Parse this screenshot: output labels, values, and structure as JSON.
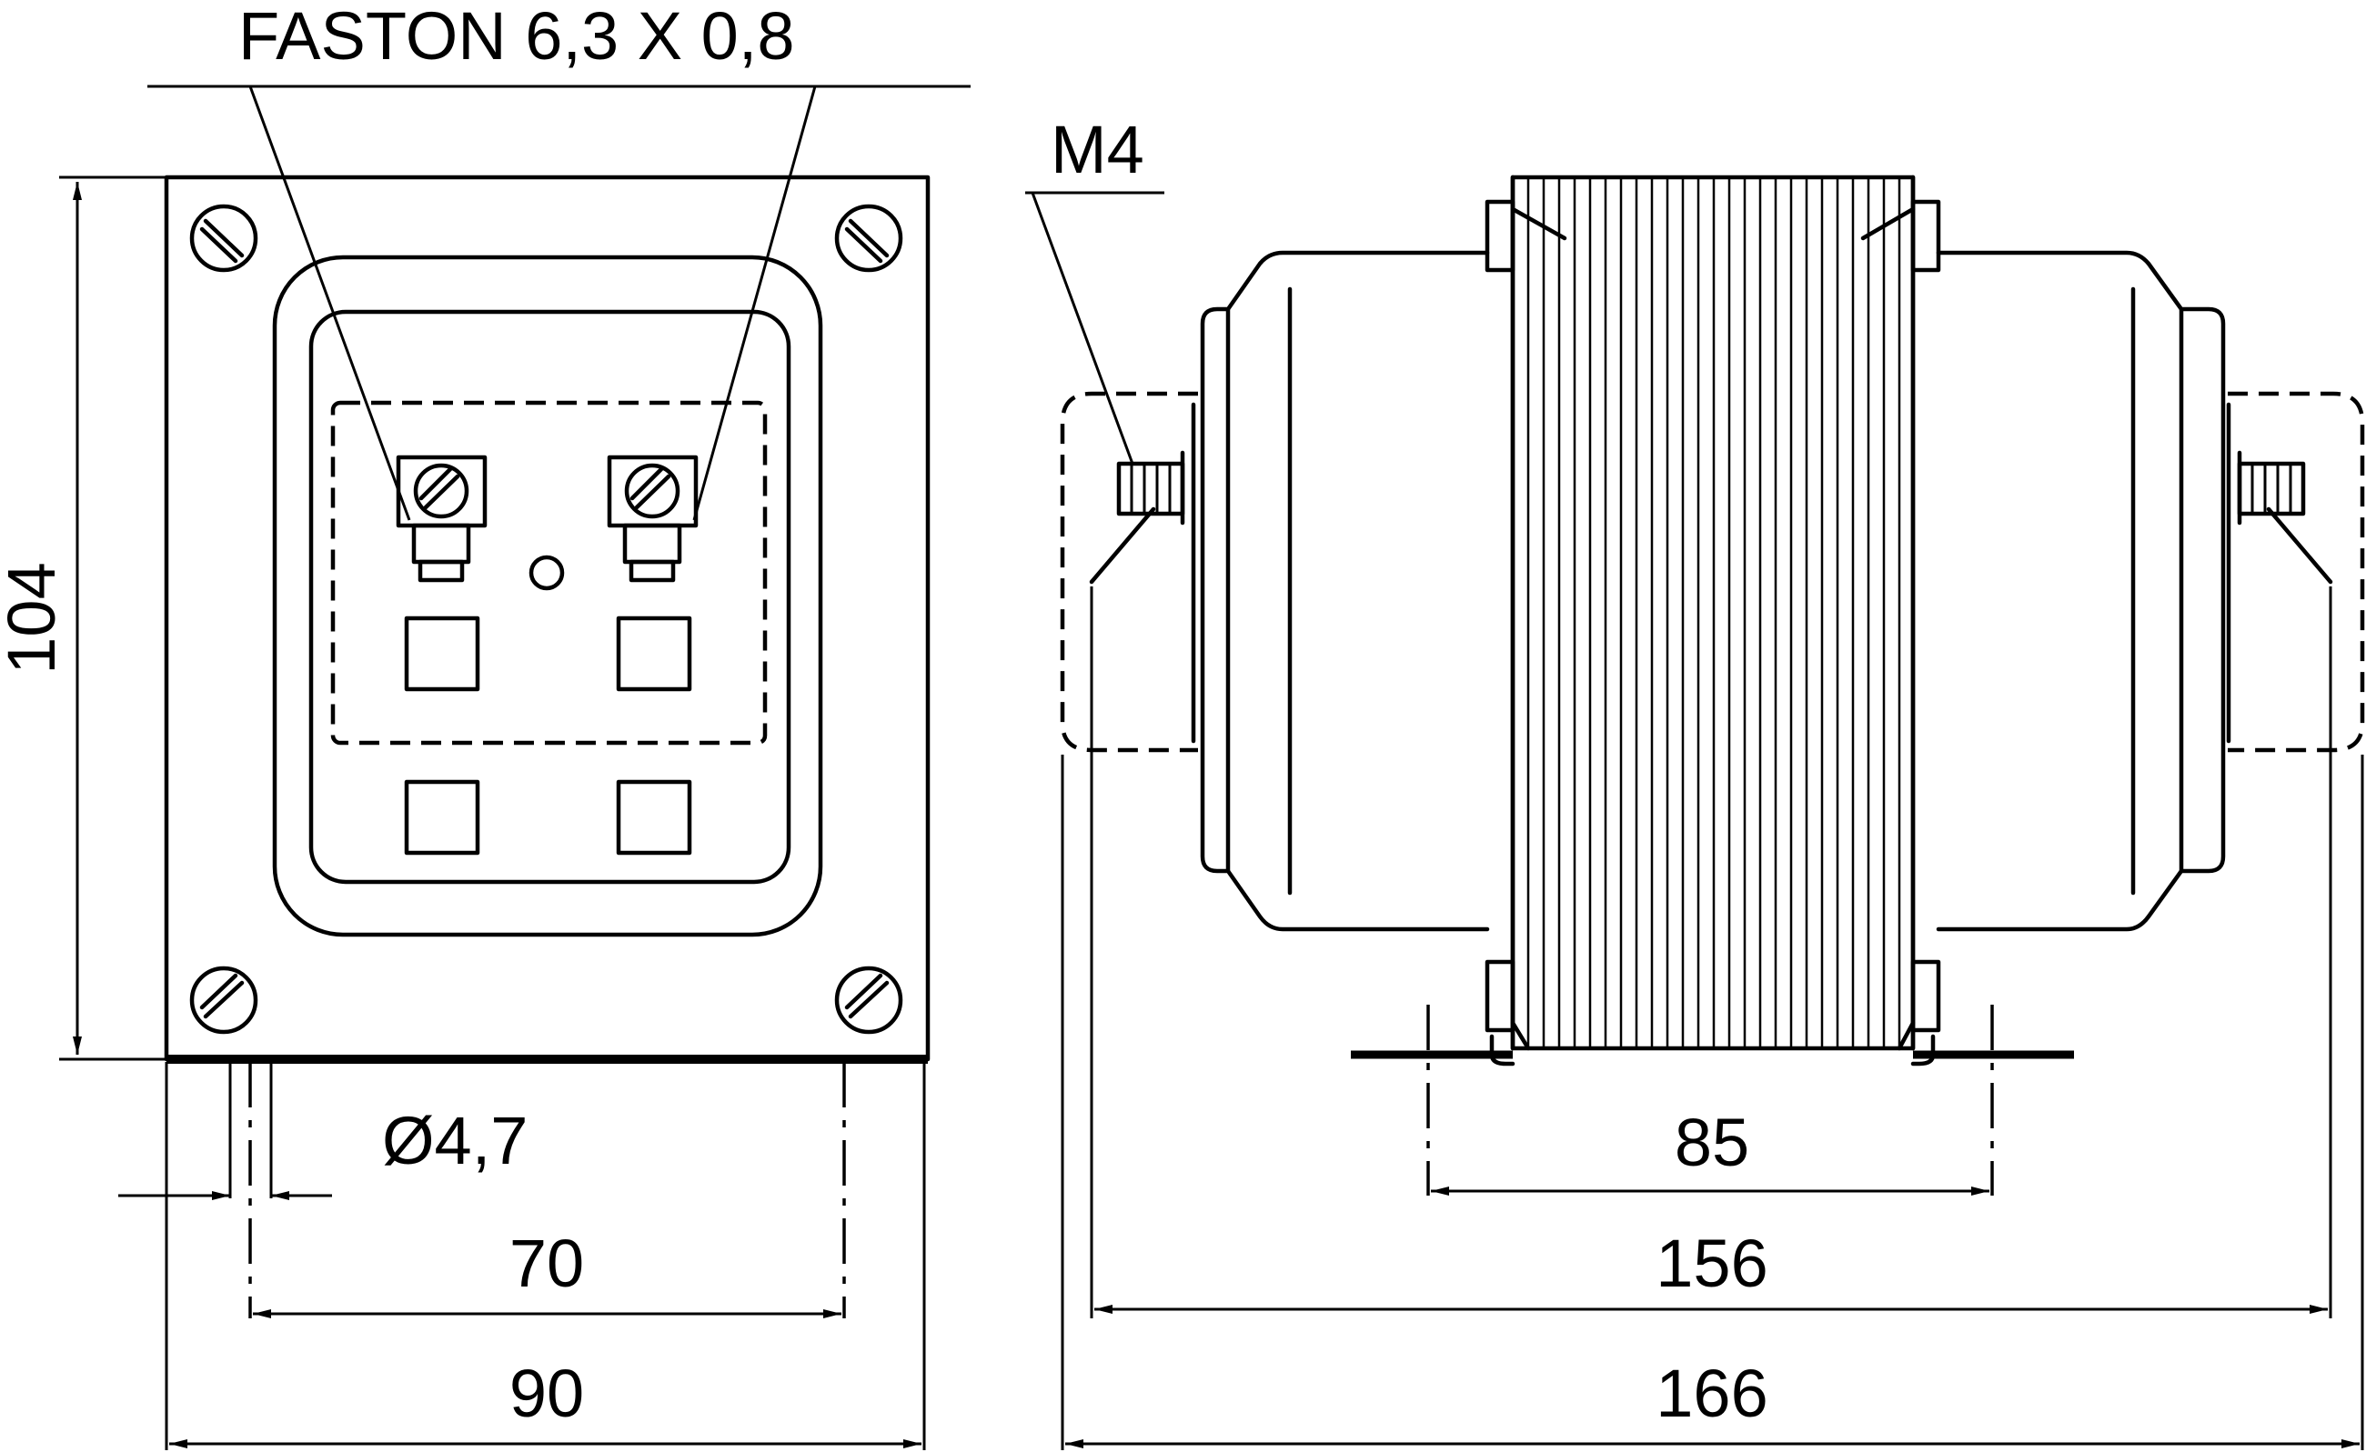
{
  "labels": {
    "faston": "FASTON 6,3 X 0,8",
    "thread": "M4",
    "height": "104",
    "hole_dia": "Ø4,7",
    "hole_spacing_front": "70",
    "width_front": "90",
    "hole_spacing_side": "85",
    "inner_length": "156",
    "overall_length": "166"
  }
}
